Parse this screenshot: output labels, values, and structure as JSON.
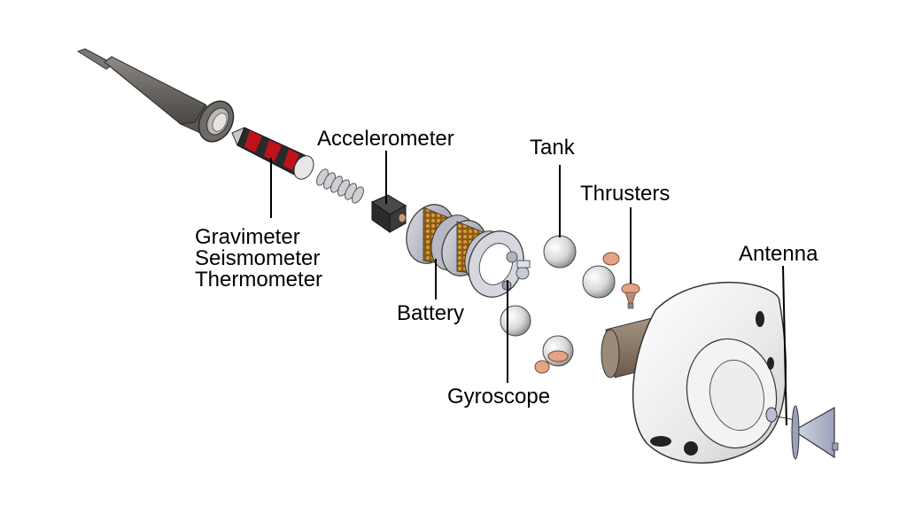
{
  "labels": {
    "accelerometer": "Accelerometer",
    "tank": "Tank",
    "thrusters": "Thrusters",
    "antenna": "Antenna",
    "battery": "Battery",
    "gyroscope": "Gyroscope",
    "sensors": [
      "Gravimeter",
      "Seismometer",
      "Thermometer"
    ]
  },
  "colors": {
    "background": "#ffffff",
    "metal_dark": "#6e6a66",
    "metal_light": "#d9d9dc",
    "sensor_red": "#c0121b",
    "sensor_black": "#2a2a2a",
    "battery_cells": "#a8741f",
    "copper": "#d88c70",
    "bronze": "#7a6a5a",
    "shell_white": "#efefef",
    "antenna_blue": "#b9bfd6",
    "leader_line": "#000000"
  }
}
